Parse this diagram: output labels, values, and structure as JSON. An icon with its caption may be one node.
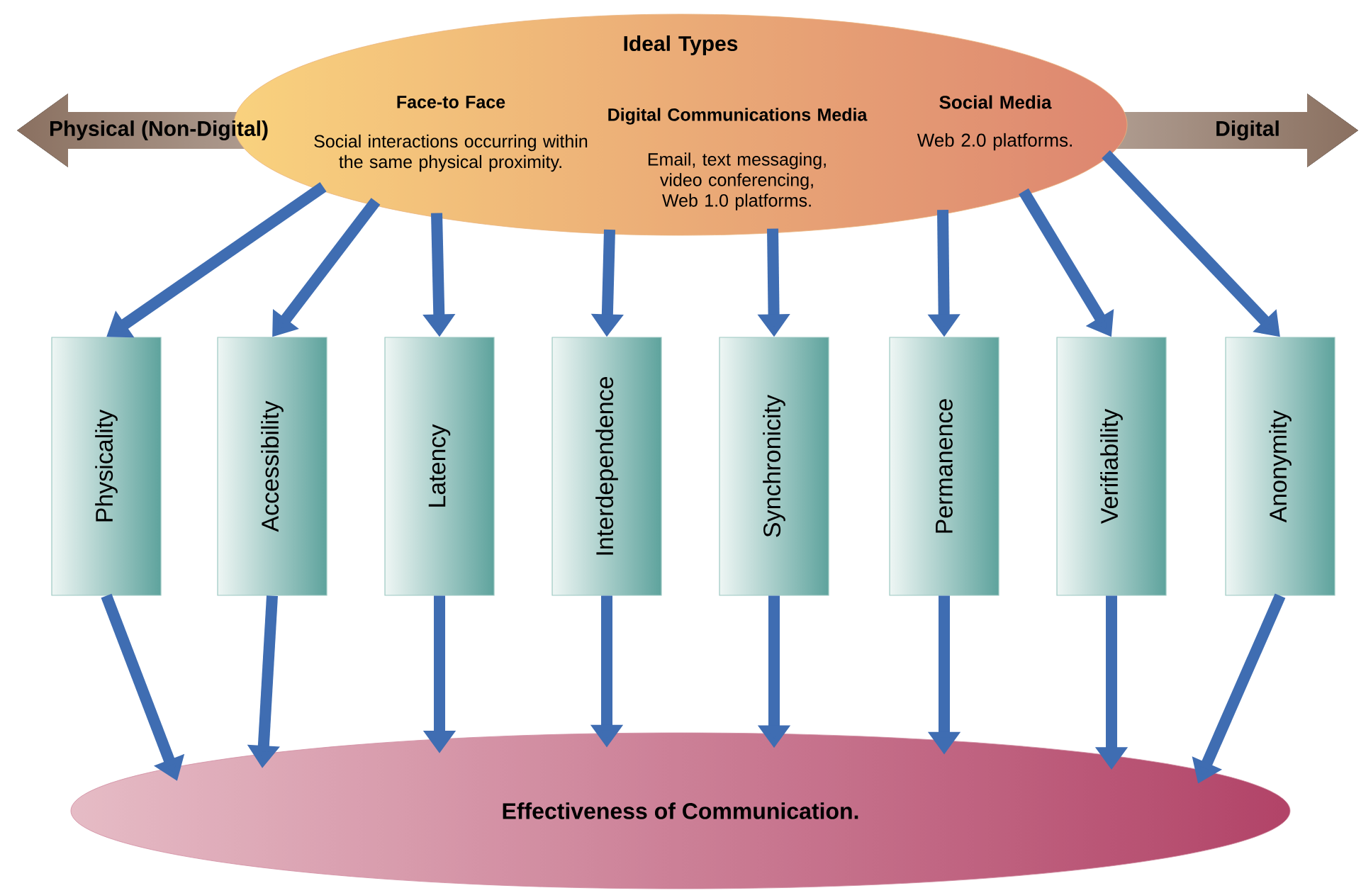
{
  "diagram": {
    "nodes": [
      {
        "text": [
          "Ideal Types",
          "Face-to Face",
          "Social interactions occurring within the same physical proximity.",
          "Digital Communications Media",
          "Email, text messaging, video conferencing, Web 1.0 platforms.",
          "Social Media",
          "Web 2.0 platforms."
        ]
      },
      {
        "text": [
          "Physicality"
        ]
      },
      {
        "text": [
          "Accessibility"
        ]
      },
      {
        "text": [
          "Latency"
        ]
      },
      {
        "text": [
          "Interdependence"
        ]
      },
      {
        "text": [
          "Synchronicity"
        ]
      },
      {
        "text": [
          "Permanence"
        ]
      },
      {
        "text": [
          "Verifiability"
        ]
      },
      {
        "text": [
          "Anonymity"
        ]
      },
      {
        "text": [
          "Effectiveness of Communication."
        ]
      }
    ],
    "edges": [
      {
        "from": 0,
        "to": 1,
        "arrow": "to"
      },
      {
        "from": 0,
        "to": 2,
        "arrow": "to"
      },
      {
        "from": 0,
        "to": 3,
        "arrow": "to"
      },
      {
        "from": 0,
        "to": 4,
        "arrow": "to"
      },
      {
        "from": 0,
        "to": 5,
        "arrow": "to"
      },
      {
        "from": 0,
        "to": 6,
        "arrow": "to"
      },
      {
        "from": 0,
        "to": 7,
        "arrow": "to"
      },
      {
        "from": 0,
        "to": 8,
        "arrow": "to"
      },
      {
        "from": 1,
        "to": 9,
        "arrow": "to"
      },
      {
        "from": 2,
        "to": 9,
        "arrow": "to"
      },
      {
        "from": 3,
        "to": 9,
        "arrow": "to"
      },
      {
        "from": 4,
        "to": 9,
        "arrow": "to"
      },
      {
        "from": 5,
        "to": 9,
        "arrow": "to"
      },
      {
        "from": 6,
        "to": 9,
        "arrow": "to"
      },
      {
        "from": 7,
        "to": 9,
        "arrow": "to"
      },
      {
        "from": 8,
        "to": 9,
        "arrow": "to"
      }
    ],
    "labels": [
      "Physical (Non-Digital)",
      "Digital"
    ]
  }
}
